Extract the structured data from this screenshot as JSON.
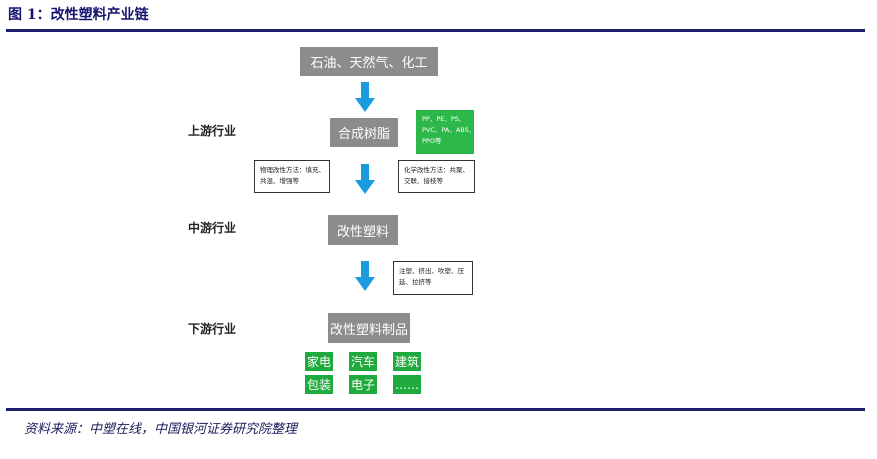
{
  "title": "图 1：改性塑料产业链",
  "source": "资料来源：中塑在线，中国银河证券研究院整理",
  "flow": {
    "raw": "石油、天然气、化工",
    "resin": "合成树脂",
    "modified": "改性塑料",
    "products": "改性塑料制品"
  },
  "levels": {
    "upstream": "上游行业",
    "midstream": "中游行业",
    "downstream": "下游行业"
  },
  "resin_types": [
    "PP、PE、PS、",
    "PVC、PA、ABS、",
    "PPO等"
  ],
  "physical_methods": [
    "物理改性方法：填充、",
    "共混、增强等"
  ],
  "chemical_methods": [
    "化学改性方法：共聚、",
    "交联、接枝等"
  ],
  "processing": [
    "注塑、挤出、吹塑、压",
    "延、拉挤等"
  ],
  "applications": [
    "家电",
    "汽车",
    "建筑",
    "包装",
    "电子",
    "……"
  ],
  "colors": {
    "accent_blue": "#1a9be0",
    "green": "#1faa3e",
    "grey": "#8c8c8c",
    "navy": "#1f1f6b"
  }
}
